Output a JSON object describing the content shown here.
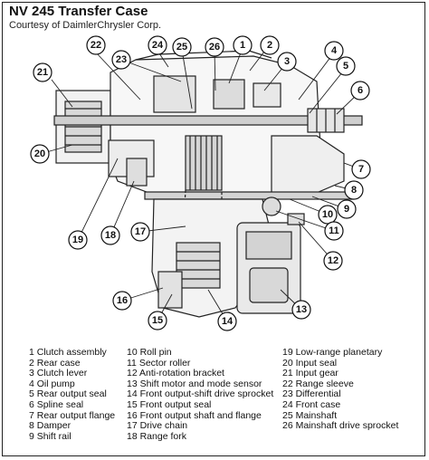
{
  "header": {
    "title": "NV 245 Transfer Case",
    "subtitle": "Courtesy of DaimlerChrysler Corp."
  },
  "callouts": [
    "21",
    "22",
    "23",
    "24",
    "25",
    "26",
    "1",
    "2",
    "3",
    "4",
    "5",
    "6",
    "7",
    "8",
    "9",
    "10",
    "11",
    "12",
    "13",
    "14",
    "15",
    "16",
    "17",
    "18",
    "19",
    "20"
  ],
  "legend": {
    "col1": [
      "1 Clutch assembly",
      "2 Rear case",
      "3 Clutch lever",
      "4 Oil pump",
      "5 Rear output seal",
      "6 Spline seal",
      "7 Rear output flange",
      "8 Damper",
      "9 Shift rail"
    ],
    "col2": [
      "10 Roll pin",
      "11 Sector roller",
      "12 Anti-rotation bracket",
      "13 Shift motor and mode sensor",
      "14 Front output-shift drive sprocket",
      "15 Front output seal",
      "16 Front output shaft and flange",
      "17 Drive chain",
      "18 Range fork"
    ],
    "col3": [
      "19 Low-range planetary",
      "20 Input seal",
      "21 Input gear",
      "22 Range sleeve",
      "23 Differential",
      "24 Front case",
      "25 Mainshaft",
      "26 Mainshaft drive sprocket"
    ]
  }
}
